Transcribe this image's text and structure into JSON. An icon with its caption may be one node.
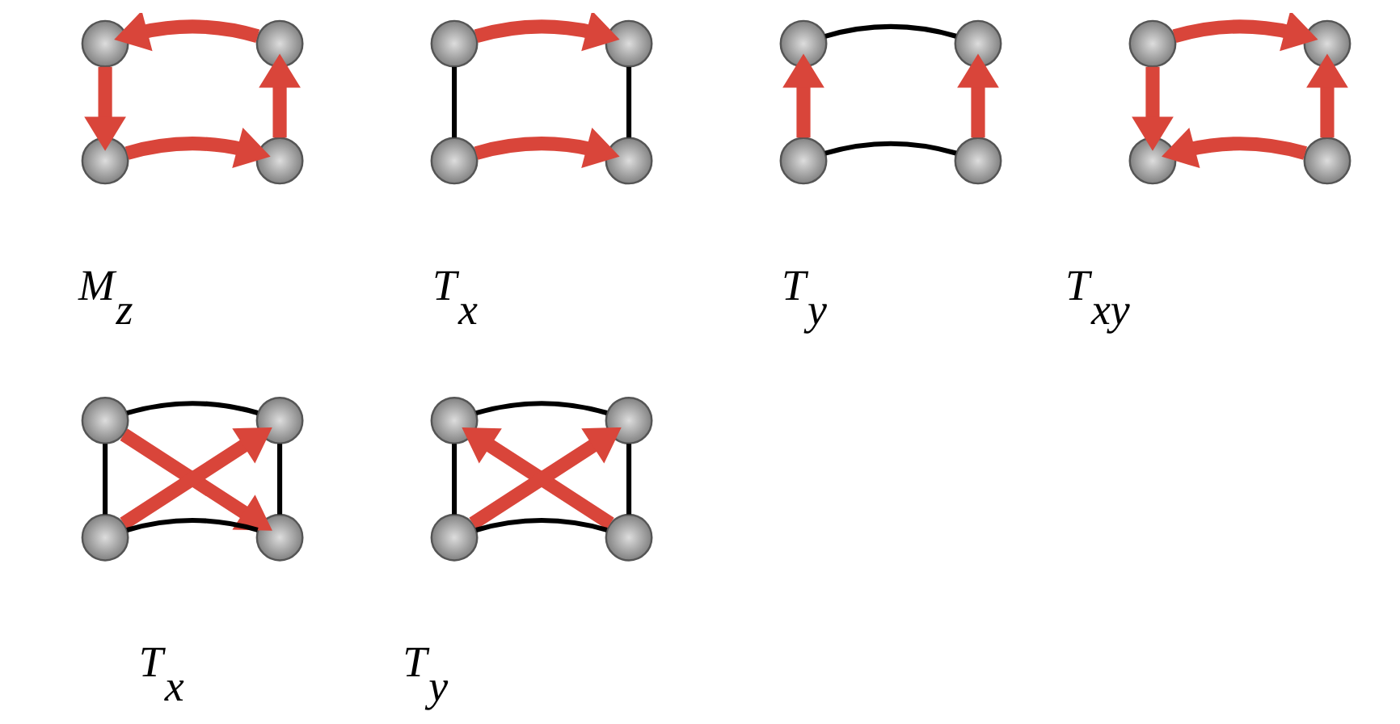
{
  "diagram": {
    "nodes": [
      {
        "text": [],
        "shape": "circle"
      },
      {
        "text": [],
        "shape": "circle"
      },
      {
        "text": [],
        "shape": "circle"
      },
      {
        "text": [],
        "shape": "circle"
      },
      {
        "text": [],
        "shape": "circle"
      },
      {
        "text": [],
        "shape": "circle"
      },
      {
        "text": [],
        "shape": "circle"
      },
      {
        "text": [],
        "shape": "circle"
      },
      {
        "text": [],
        "shape": "circle"
      },
      {
        "text": [],
        "shape": "circle"
      },
      {
        "text": [],
        "shape": "circle"
      },
      {
        "text": [],
        "shape": "circle"
      },
      {
        "text": [],
        "shape": "circle"
      },
      {
        "text": [],
        "shape": "circle"
      },
      {
        "text": [],
        "shape": "circle"
      },
      {
        "text": [],
        "shape": "circle"
      },
      {
        "text": [],
        "shape": "circle"
      },
      {
        "text": [],
        "shape": "circle"
      },
      {
        "text": [],
        "shape": "circle"
      },
      {
        "text": [],
        "shape": "circle"
      },
      {
        "text": [],
        "shape": "circle"
      },
      {
        "text": [],
        "shape": "circle"
      },
      {
        "text": [],
        "shape": "circle"
      },
      {
        "text": [],
        "shape": "circle"
      }
    ],
    "edges": [
      {
        "from": 1,
        "to": 0,
        "arrow": "to"
      },
      {
        "from": 0,
        "to": 2,
        "arrow": "to"
      },
      {
        "from": 2,
        "to": 3,
        "arrow": "to"
      },
      {
        "from": 3,
        "to": 1,
        "arrow": "to"
      },
      {
        "from": 4,
        "to": 5,
        "arrow": "to"
      },
      {
        "from": 6,
        "to": 7,
        "arrow": "to"
      },
      {
        "from": 4,
        "to": 6,
        "arrow": "none",
        "color": "#000000"
      },
      {
        "from": 5,
        "to": 7,
        "arrow": "none",
        "color": "#000000"
      },
      {
        "from": 10,
        "to": 8,
        "arrow": "to"
      },
      {
        "from": 11,
        "to": 9,
        "arrow": "to"
      },
      {
        "from": 8,
        "to": 9,
        "arrow": "none",
        "color": "#000000"
      },
      {
        "from": 10,
        "to": 11,
        "arrow": "none",
        "color": "#000000"
      },
      {
        "from": 12,
        "to": 13,
        "arrow": "to"
      },
      {
        "from": 12,
        "to": 14,
        "arrow": "to"
      },
      {
        "from": 15,
        "to": 14,
        "arrow": "to"
      },
      {
        "from": 15,
        "to": 13,
        "arrow": "to"
      },
      {
        "from": 16,
        "to": 17,
        "arrow": "none",
        "color": "#000000"
      },
      {
        "from": 16,
        "to": 18,
        "arrow": "none",
        "color": "#000000"
      },
      {
        "from": 17,
        "to": 19,
        "arrow": "none",
        "color": "#000000"
      },
      {
        "from": 18,
        "to": 19,
        "arrow": "none",
        "color": "#000000"
      },
      {
        "from": 18,
        "to": 17,
        "arrow": "to"
      },
      {
        "from": 16,
        "to": 19,
        "arrow": "to"
      },
      {
        "from": 20,
        "to": 21,
        "arrow": "none",
        "color": "#000000"
      },
      {
        "from": 20,
        "to": 22,
        "arrow": "none",
        "color": "#000000"
      },
      {
        "from": 21,
        "to": 23,
        "arrow": "none",
        "color": "#000000"
      },
      {
        "from": 22,
        "to": 23,
        "arrow": "none",
        "color": "#000000"
      },
      {
        "from": 22,
        "to": 21,
        "arrow": "to"
      },
      {
        "from": 23,
        "to": 20,
        "arrow": "to"
      }
    ],
    "labels": [
      "M$_{z}$",
      "T$_{x}$",
      "T$_{y}$",
      "T$_{xy}$",
      "T$_{x}$",
      "T$_{y}$"
    ]
  }
}
